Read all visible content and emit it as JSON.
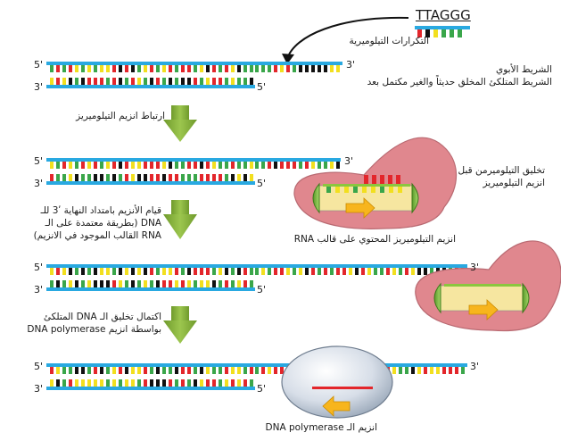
{
  "motif": "TTAGGG",
  "labels": {
    "telomeric_repeats": "التكرارات التيلوميرية",
    "parental_strand": "الشريط الأبوي",
    "lagging_strand": "الشريط المتلكئ المخلق حديثاً والغير مكتمل بعد",
    "step1": "ارتباط انزيم التيلوميريز",
    "synthesis_before_1": "تخليق التيلوميرمن قبل",
    "synthesis_before_2": "انزيم التيلوميريز",
    "step2_line1": "قيام الأنزيم بامتداد النهاية ʹ3 للـ",
    "step2_line2": "DNA (بطريقة معتمدة على الـ",
    "step2_line3": "RNA القالب الموجود في الانزيم)",
    "enzyme_rna": "انزيم التيلوميريز المحتوي على قالب RNA",
    "step3_line1": "اكتمال تخليق الـ DNA المتلكئ",
    "step3_line2": "بواسطة انزيم DNA polymerase",
    "polymerase": "انزيم الـ DNA polymerase"
  },
  "ends": {
    "five": "5'",
    "three": "3'"
  },
  "colors": {
    "strand_blue": "#29a9e1",
    "base_red": "#e3262b",
    "base_green": "#3aa64a",
    "base_yellow": "#f2df1f",
    "base_black": "#111111",
    "arrow_green": "#7ea83a",
    "telomerase_pink": "#e0878e",
    "rna_green": "#8cc63f",
    "arrow_orange": "#f7b51d",
    "polymerase_gray": "#c8d3e0"
  }
}
